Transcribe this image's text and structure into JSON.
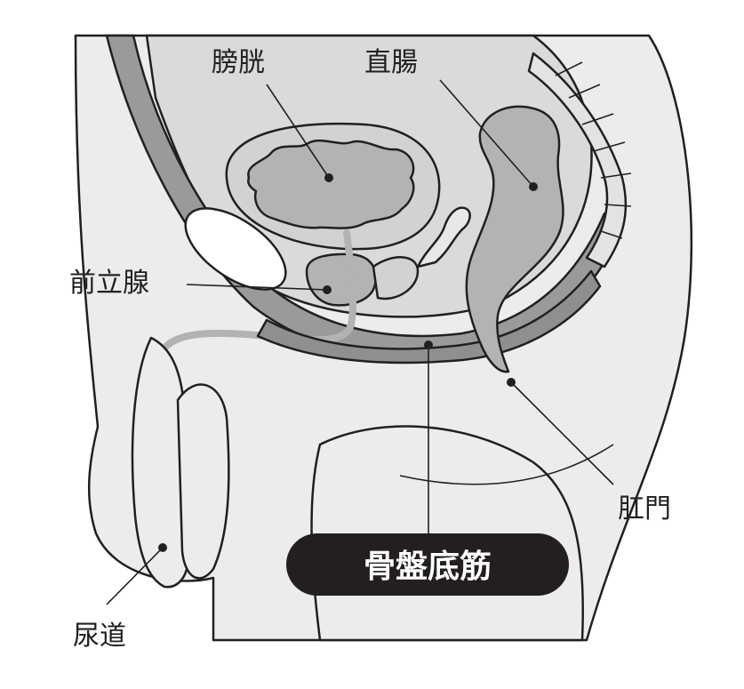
{
  "labels": {
    "bladder": "膀胱",
    "rectum": "直腸",
    "prostate": "前立腺",
    "anus": "肛門",
    "urethra": "尿道",
    "pelvic_floor": "骨盤底筋"
  },
  "colors": {
    "skin": "#ececec",
    "organ": "#b3b3b3",
    "muscle": "#8f8f8f",
    "cavity": "#dadada",
    "outline": "#231f20",
    "badge": "#231f20",
    "background": "#ffffff"
  }
}
